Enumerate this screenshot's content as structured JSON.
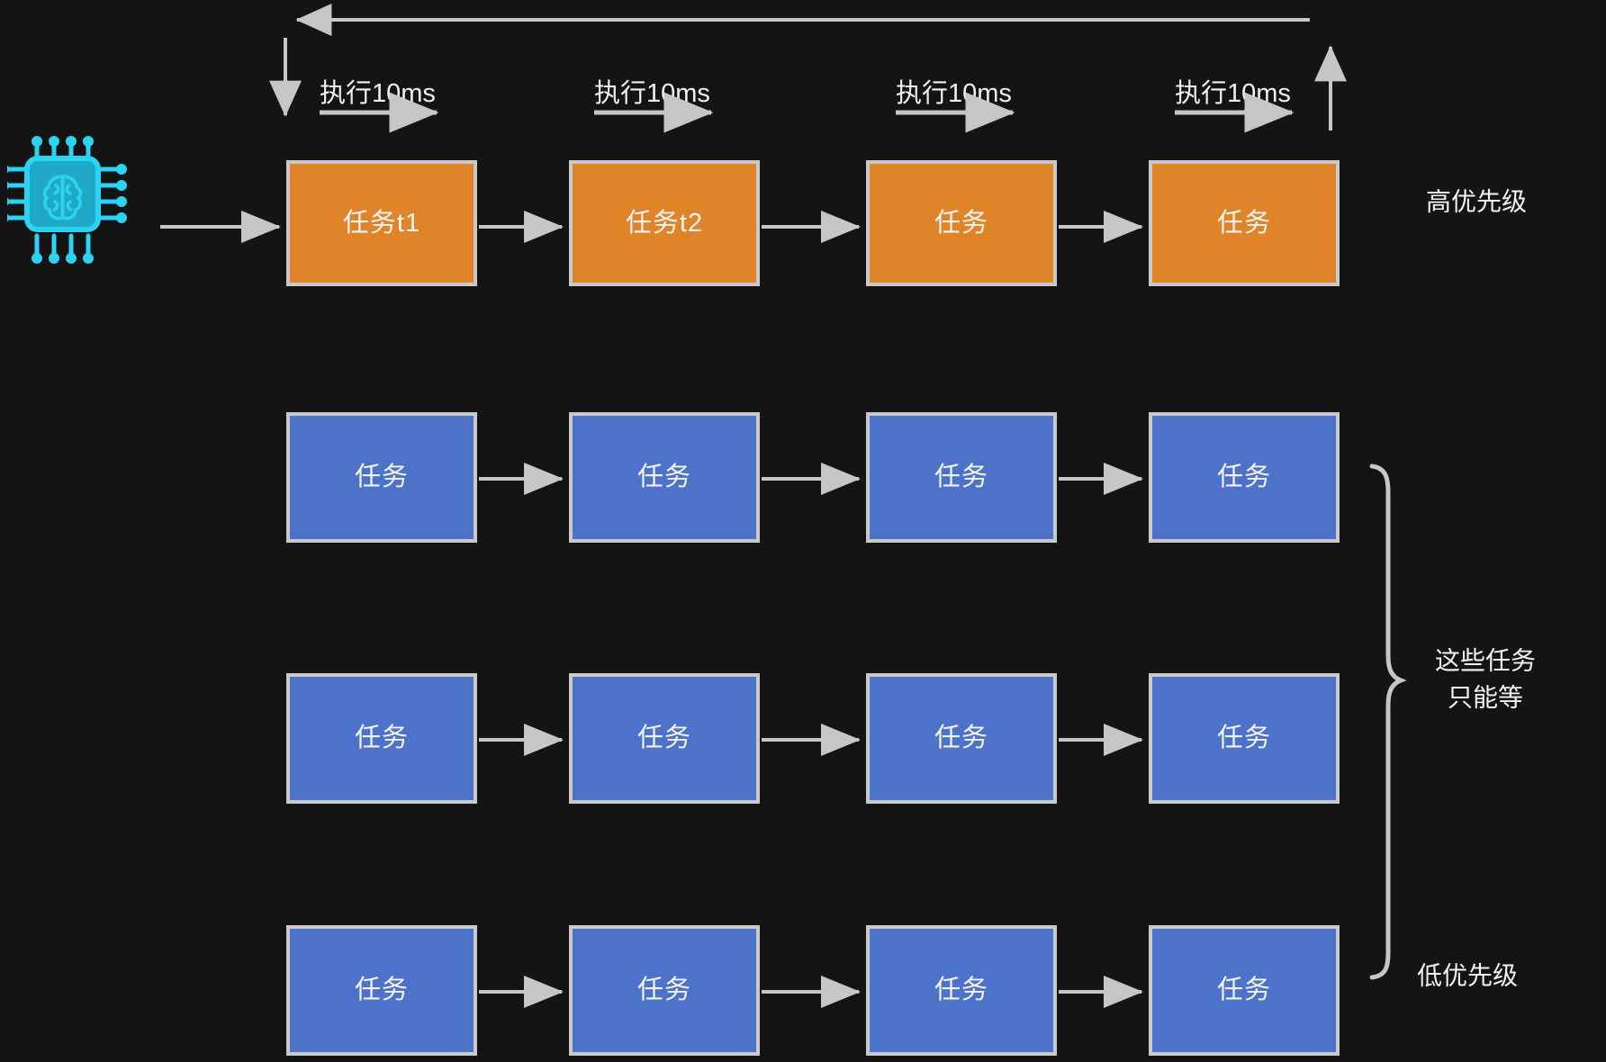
{
  "diagram": {
    "title": "任务调度优先级示意图",
    "background_color": "#141414",
    "colors": {
      "high_priority_box": "#df8429",
      "low_priority_box": "#4d72ca",
      "box_border": "#c9c9c9",
      "arrow": "#c6c6c6",
      "text": "#f2f2f2",
      "cpu_icon": "#21b9d8",
      "cpu_icon_light": "#2ad4f0"
    }
  },
  "cpu": {
    "icon": "cpu-brain-icon",
    "label": ""
  },
  "timeline": {
    "exec_labels": [
      "执行10ms",
      "执行10ms",
      "执行10ms",
      "执行10ms"
    ],
    "loop_back_arrow": "return-to-start-arrow",
    "entry_arrow": "enter-first-task-arrow",
    "exit_arrow": "exit-last-task-arrow"
  },
  "rows": [
    {
      "priority": "high",
      "label": "高优先级",
      "tasks": [
        {
          "label": "任务t1"
        },
        {
          "label": "任务t2"
        },
        {
          "label": "任务"
        },
        {
          "label": "任务"
        }
      ]
    },
    {
      "priority": "low",
      "label": "",
      "tasks": [
        {
          "label": "任务"
        },
        {
          "label": "任务"
        },
        {
          "label": "任务"
        },
        {
          "label": "任务"
        }
      ]
    },
    {
      "priority": "low",
      "label": "",
      "tasks": [
        {
          "label": "任务"
        },
        {
          "label": "任务"
        },
        {
          "label": "任务"
        },
        {
          "label": "任务"
        }
      ]
    },
    {
      "priority": "low",
      "label": "",
      "tasks": [
        {
          "label": "任务"
        },
        {
          "label": "任务"
        },
        {
          "label": "任务"
        },
        {
          "label": "任务"
        }
      ]
    }
  ],
  "annotations": {
    "high_priority": "高优先级",
    "waiting_line1": "这些任务",
    "waiting_line2": "只能等",
    "low_priority": "低优先级",
    "brace": "waiting-tasks-brace"
  }
}
